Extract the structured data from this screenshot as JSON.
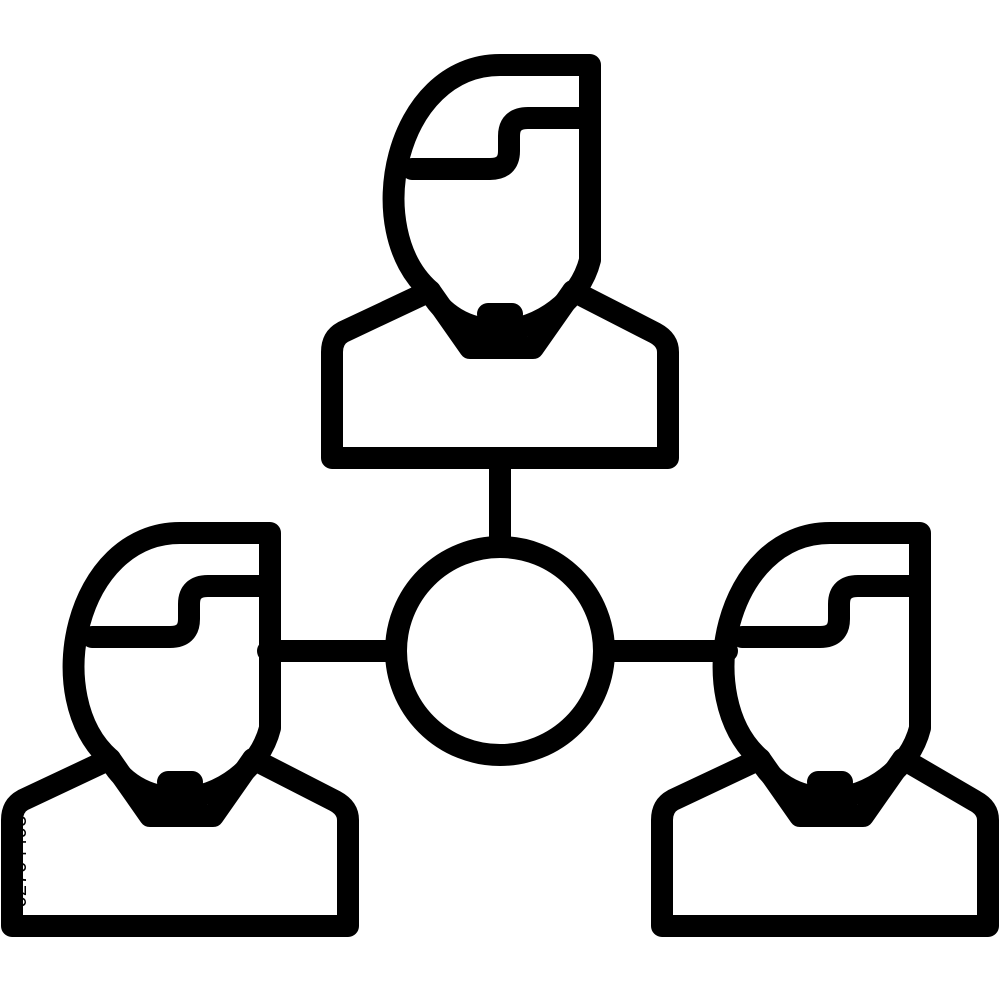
{
  "icon": {
    "name": "team-network-icon",
    "stroke_color": "#000000",
    "background_color": "#ffffff",
    "people": [
      {
        "name": "top-person"
      },
      {
        "name": "left-person"
      },
      {
        "name": "right-person"
      }
    ]
  },
  "side_code": "627044958"
}
